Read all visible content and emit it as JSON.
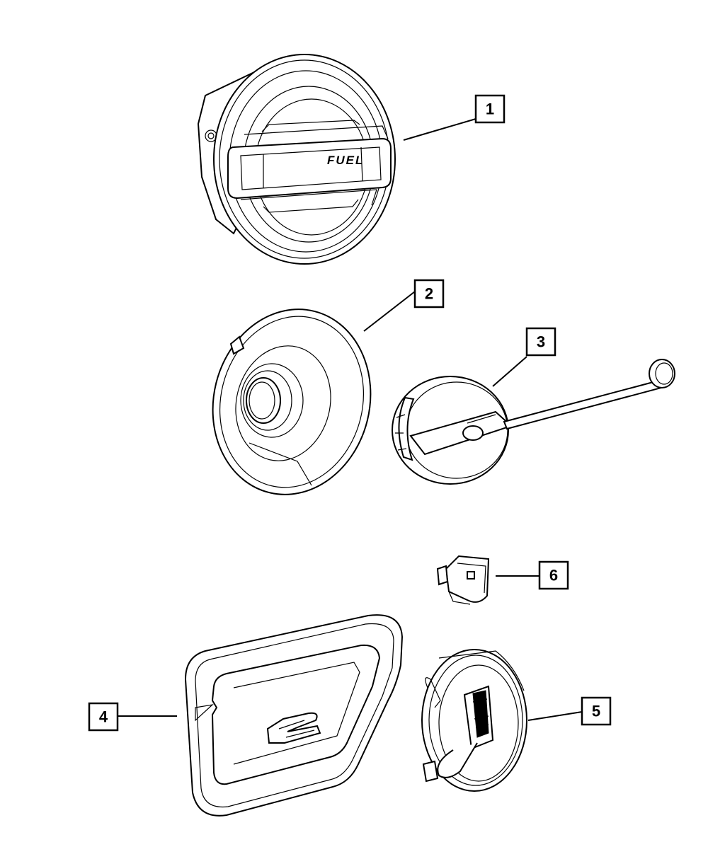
{
  "diagram": {
    "callouts": [
      {
        "label": "1"
      },
      {
        "label": "2"
      },
      {
        "label": "3"
      },
      {
        "label": "4"
      },
      {
        "label": "5"
      },
      {
        "label": "6"
      }
    ],
    "part_1_text": "FUEL"
  }
}
